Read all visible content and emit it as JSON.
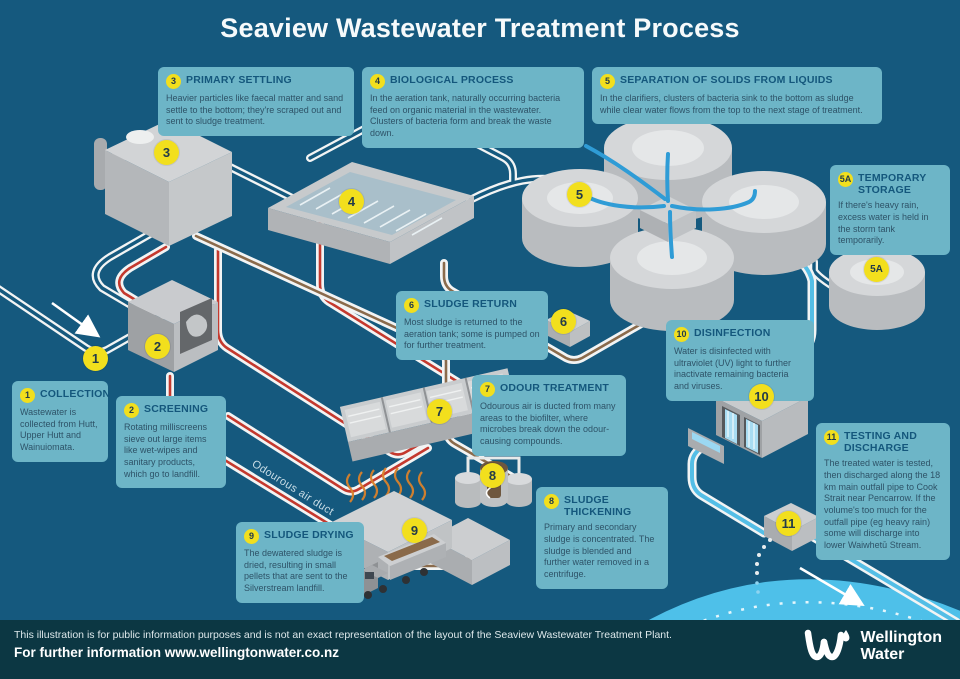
{
  "title": "Seaview Wastewater Treatment Process",
  "callouts": {
    "c1": {
      "num": "1",
      "title": "COLLECTION",
      "body": "Wastewater is collected from Hutt, Upper Hutt and Wainuiomata."
    },
    "c2": {
      "num": "2",
      "title": "SCREENING",
      "body": "Rotating milliscreens sieve out large items like wet-wipes and sanitary products, which go to landfill."
    },
    "c3": {
      "num": "3",
      "title": "PRIMARY SETTLING",
      "body": "Heavier particles like faecal matter and sand settle to the bottom; they're scraped out and sent to sludge treatment."
    },
    "c4": {
      "num": "4",
      "title": "BIOLOGICAL PROCESS",
      "body": "In the aeration tank, naturally occurring bacteria feed on organic material in the wastewater. Clusters of bacteria form and break the waste down."
    },
    "c5": {
      "num": "5",
      "title": "SEPARATION OF SOLIDS FROM LIQUIDS",
      "body": "In the clarifiers, clusters of bacteria sink to the bottom as sludge while clear water flows from the top to the next stage of treatment."
    },
    "c5a": {
      "num": "5A",
      "title": "TEMPORARY STORAGE",
      "body": "If there's heavy rain, excess water is held in the storm tank temporarily."
    },
    "c6": {
      "num": "6",
      "title": "SLUDGE RETURN",
      "body": "Most sludge is returned to the aeration tank; some is pumped on for further treatment."
    },
    "c7": {
      "num": "7",
      "title": "ODOUR TREATMENT",
      "body": "Odourous air is ducted from many areas to the biofilter, where microbes break down the odour-causing compounds."
    },
    "c8": {
      "num": "8",
      "title": "SLUDGE THICKENING",
      "body": "Primary and secondary sludge is concentrated. The sludge is blended and further water removed in a centrifuge."
    },
    "c9": {
      "num": "9",
      "title": "SLUDGE DRYING",
      "body": "The dewatered sludge is dried, resulting in small pellets that are sent to the Silverstream landfill."
    },
    "c10": {
      "num": "10",
      "title": "DISINFECTION",
      "body": "Water is disinfected with ultraviolet (UV) light to further inactivate remaining bacteria and viruses."
    },
    "c11": {
      "num": "11",
      "title": "TESTING AND DISCHARGE",
      "body": "The treated water is tested, then discharged along the 18 km main outfall pipe to Cook Strait near Pencarrow. If the volume's too much for the outfall pipe (eg heavy rain) some will discharge into lower Waiwhetū Stream."
    }
  },
  "diagram_labels": {
    "odour_duct": "Odourous air duct"
  },
  "footer": {
    "disclaimer": "This illustration is for public information purposes and is not an exact representation of the layout of the Seaview Wastewater Treatment Plant.",
    "info": "For further information www.wellingtonwater.co.nz",
    "logo_line1": "Wellington",
    "logo_line2": "Water"
  },
  "colors": {
    "background": "#15597E",
    "callout_bg": "#6DB5C7",
    "callout_title": "#14577C",
    "badge_yellow": "#F2DF1D",
    "sludge_red": "#C4392E",
    "sludge_brown": "#8A6B4C",
    "water_blue": "#2F9CD6",
    "treated_water_blue": "#54BEE6",
    "stream_blue": "#4EC0E9",
    "footer_bg": "#0C3743"
  }
}
